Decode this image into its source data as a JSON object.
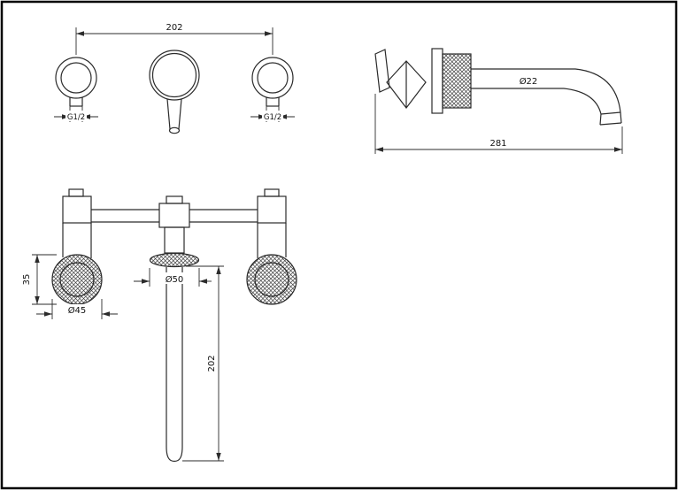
{
  "drawing": {
    "colors": {
      "background": "#ffffff",
      "line": "#2b2b2b"
    },
    "views": {
      "front": {
        "width_dim": "202",
        "left_thread": "G1/2",
        "right_thread": "G1/2"
      },
      "side": {
        "spout_diameter": "Ø22",
        "spout_length": "281"
      },
      "plan": {
        "base_height": "35",
        "base_diameter": "Ø45",
        "flange_diameter": "Ø50",
        "spout_length": "202"
      }
    }
  }
}
